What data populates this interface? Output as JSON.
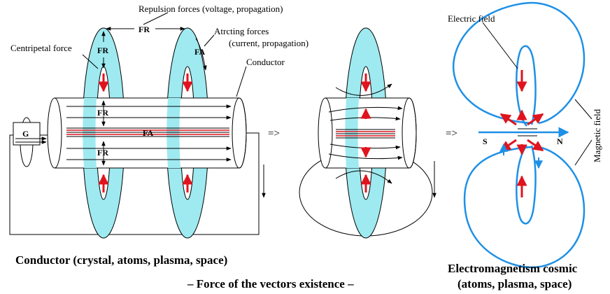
{
  "labels": {
    "repulsion": "Repulsion forces (voltage, propagation)",
    "fr_top": "FR",
    "fr_ring": "FR",
    "fr_mid1": "FR",
    "fr_mid2": "FR",
    "fa_ring": "FA",
    "fa_center": "FA",
    "centripetal": "Centripetal force",
    "atrcting_1": "Atrcting forces",
    "atrcting_2": "(current, propagation)",
    "conductor": "Conductor",
    "generator": "G",
    "arrow1": "=>",
    "arrow2": "=>",
    "electric_field": "Electric field",
    "magnetic_field": "Magnetic field",
    "south": "S",
    "north": "N",
    "caption_left": "Conductor (crystal, atoms, plasma, space)",
    "caption_center": "– Force of the vectors existence –",
    "caption_right_1": "Electromagnetism cosmic",
    "caption_right_2": "(atoms, plasma, space)"
  },
  "colors": {
    "ring_fill": "#9EEAF0",
    "force_red": "#E0141E",
    "field_blue": "#1E90E6",
    "line": "#000000"
  }
}
